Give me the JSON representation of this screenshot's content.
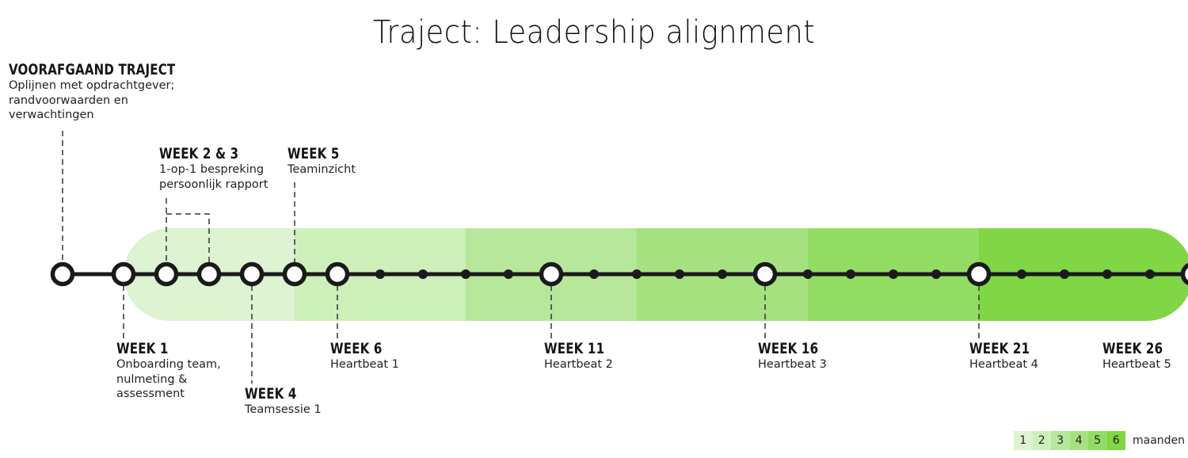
{
  "title": "Traject: Leadership alignment",
  "months": [
    {
      "label": "1",
      "color": "#ddf3d1"
    },
    {
      "label": "2",
      "color": "#cdefba"
    },
    {
      "label": "3",
      "color": "#b6e79a"
    },
    {
      "label": "4",
      "color": "#a5e27f"
    },
    {
      "label": "5",
      "color": "#93dc63"
    },
    {
      "label": "6",
      "color": "#80d644"
    }
  ],
  "legend_unit": "maanden",
  "timeline": {
    "total_weeks": 26,
    "major_weeks": [
      1,
      6,
      11,
      16,
      21,
      26
    ],
    "milestone_weeks": [
      0,
      1,
      2,
      3,
      4,
      5,
      6,
      11,
      16,
      21,
      26
    ]
  },
  "milestones": [
    {
      "id": "pre",
      "week": 0,
      "heading": "VOORAFGAAND TRAJECT",
      "description": "Oplijnen met opdrachtgever;\nrandvoorwaarden en\nverwachtingen",
      "side": "top"
    },
    {
      "id": "w1",
      "week": 1,
      "heading": "WEEK 1",
      "description": "Onboarding team,\nnulmeting &\nassessment",
      "side": "bottom"
    },
    {
      "id": "w23",
      "week": 2,
      "heading": "WEEK 2 & 3",
      "description": "1-op-1 bespreking\npersoonlijk rapport",
      "side": "top"
    },
    {
      "id": "w4",
      "week": 4,
      "heading": "WEEK 4",
      "description": "Teamsessie 1",
      "side": "bottom"
    },
    {
      "id": "w5",
      "week": 5,
      "heading": "WEEK 5",
      "description": "Teaminzicht",
      "side": "top"
    },
    {
      "id": "w6",
      "week": 6,
      "heading": "WEEK 6",
      "description": "Heartbeat 1",
      "side": "bottom"
    },
    {
      "id": "w11",
      "week": 11,
      "heading": "WEEK 11",
      "description": "Heartbeat 2",
      "side": "bottom"
    },
    {
      "id": "w16",
      "week": 16,
      "heading": "WEEK 16",
      "description": "Heartbeat 3",
      "side": "bottom"
    },
    {
      "id": "w21",
      "week": 21,
      "heading": "WEEK 21",
      "description": "Heartbeat 4",
      "side": "bottom"
    },
    {
      "id": "w26",
      "week": 26,
      "heading": "WEEK 26",
      "description": "Heartbeat 5",
      "side": "bottom"
    }
  ]
}
